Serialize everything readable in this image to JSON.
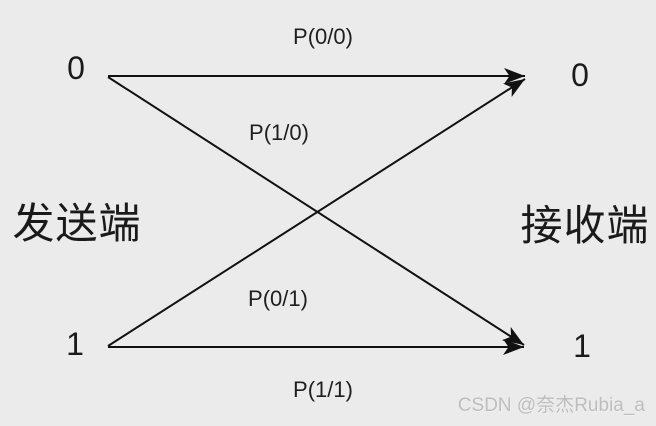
{
  "diagram": {
    "sender_label": "发送端",
    "receiver_label": "接收端",
    "sender_nodes": [
      {
        "label": "0"
      },
      {
        "label": "1"
      }
    ],
    "receiver_nodes": [
      {
        "label": "0"
      },
      {
        "label": "1"
      }
    ],
    "transitions": [
      {
        "from": "0",
        "to": "0",
        "label": "P(0/0)"
      },
      {
        "from": "0",
        "to": "1",
        "label": "P(1/0)"
      },
      {
        "from": "1",
        "to": "0",
        "label": "P(0/1)"
      },
      {
        "from": "1",
        "to": "1",
        "label": "P(1/1)"
      }
    ],
    "colors": {
      "background": "#ebebeb",
      "line": "#111111",
      "text": "#1a1a1a",
      "watermark": "#bdbdbd"
    }
  },
  "watermark": {
    "text": "CSDN @奈杰Rubia_a"
  }
}
